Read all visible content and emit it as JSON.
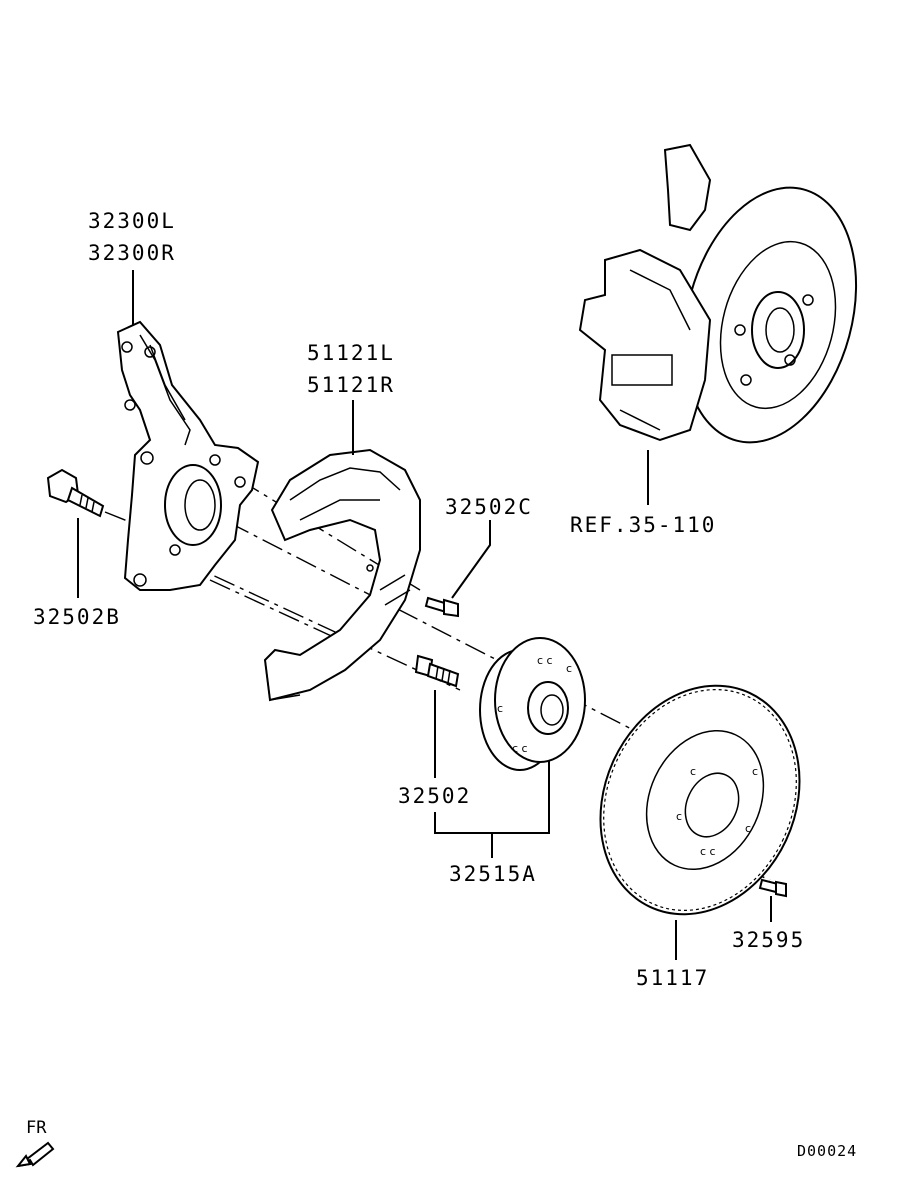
{
  "labels": {
    "knuckle_l": "32300L",
    "knuckle_r": "32300R",
    "dust_cover_l": "51121L",
    "dust_cover_r": "51121R",
    "bolt_c": "32502C",
    "bolt_b": "32502B",
    "ref": "REF.35-110",
    "bolt": "32502",
    "hub_assy": "32515A",
    "screw": "32595",
    "rotor": "51117",
    "direction": "FR",
    "diagram_code": "D00024"
  }
}
